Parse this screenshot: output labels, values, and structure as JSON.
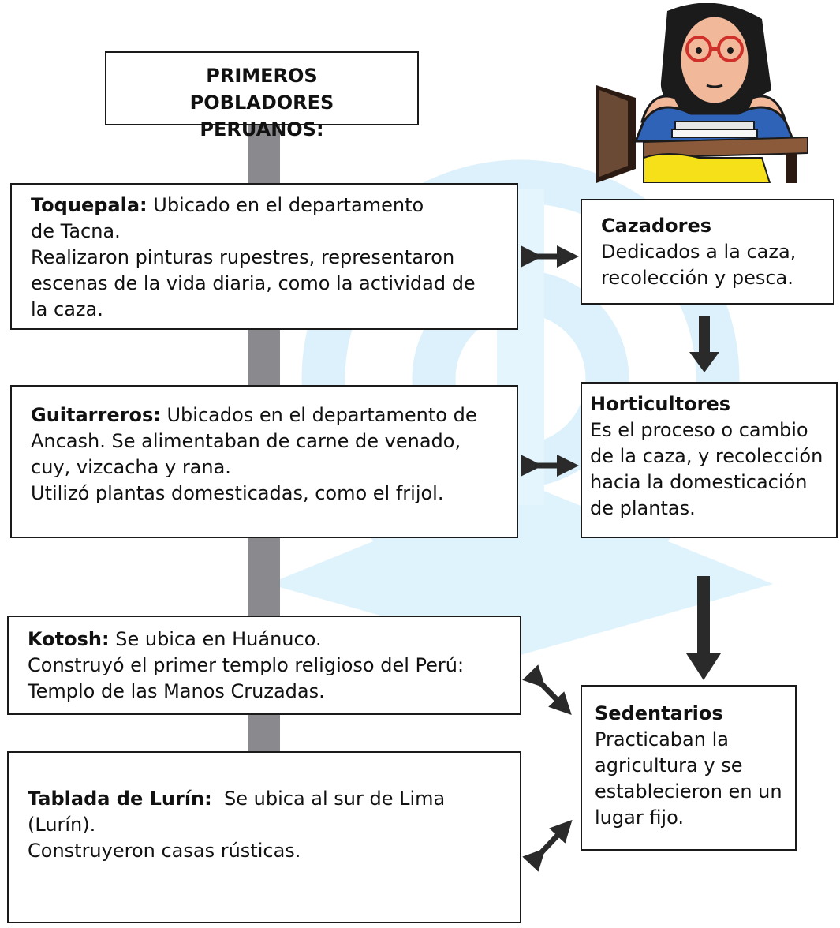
{
  "title": "PRIMEROS POBLADORES PERUANOS:",
  "left_column": [
    {
      "name": "Toquepala:",
      "lines": [
        "Ubicado en el departamento",
        "de Tacna.",
        "Realizaron pinturas rupestres, representaron",
        "escenas de la vida diaria, como la actividad de",
        "la caza."
      ]
    },
    {
      "name": "Guitarreros:",
      "lines": [
        "Ubicados en el departamento de",
        "Ancash. Se alimentaban de carne de venado,",
        "cuy, vizcacha y rana.",
        "Utilizó plantas domesticadas, como el frijol."
      ]
    },
    {
      "name": "Kotosh:",
      "lines": [
        "Se ubica en Huánuco.",
        "Construyó el primer templo religioso del Perú:",
        "Templo de las Manos Cruzadas."
      ]
    },
    {
      "name": "Tablada de Lurín:",
      "lines": [
        "Se ubica al sur de Lima",
        "(Lurín).",
        "Construyeron casas rústicas."
      ]
    }
  ],
  "right_column": [
    {
      "name": "Cazadores",
      "lines": [
        "Dedicados a la caza,",
        "recolección y pesca."
      ]
    },
    {
      "name": "Horticultores",
      "lines": [
        "Es el proceso o cambio",
        "de la caza, y recolección",
        "hacia la domesticación",
        "de plantas."
      ]
    },
    {
      "name": "Sedentarios",
      "lines": [
        "Practicaban la",
        "agricultura y se",
        "establecieron en un",
        "lugar fijo."
      ]
    }
  ],
  "colors": {
    "trunk": "#8a8a8e",
    "watermark": "#d9f0fb",
    "border": "#1a1a1a",
    "arrow": "#2a2a2a"
  }
}
